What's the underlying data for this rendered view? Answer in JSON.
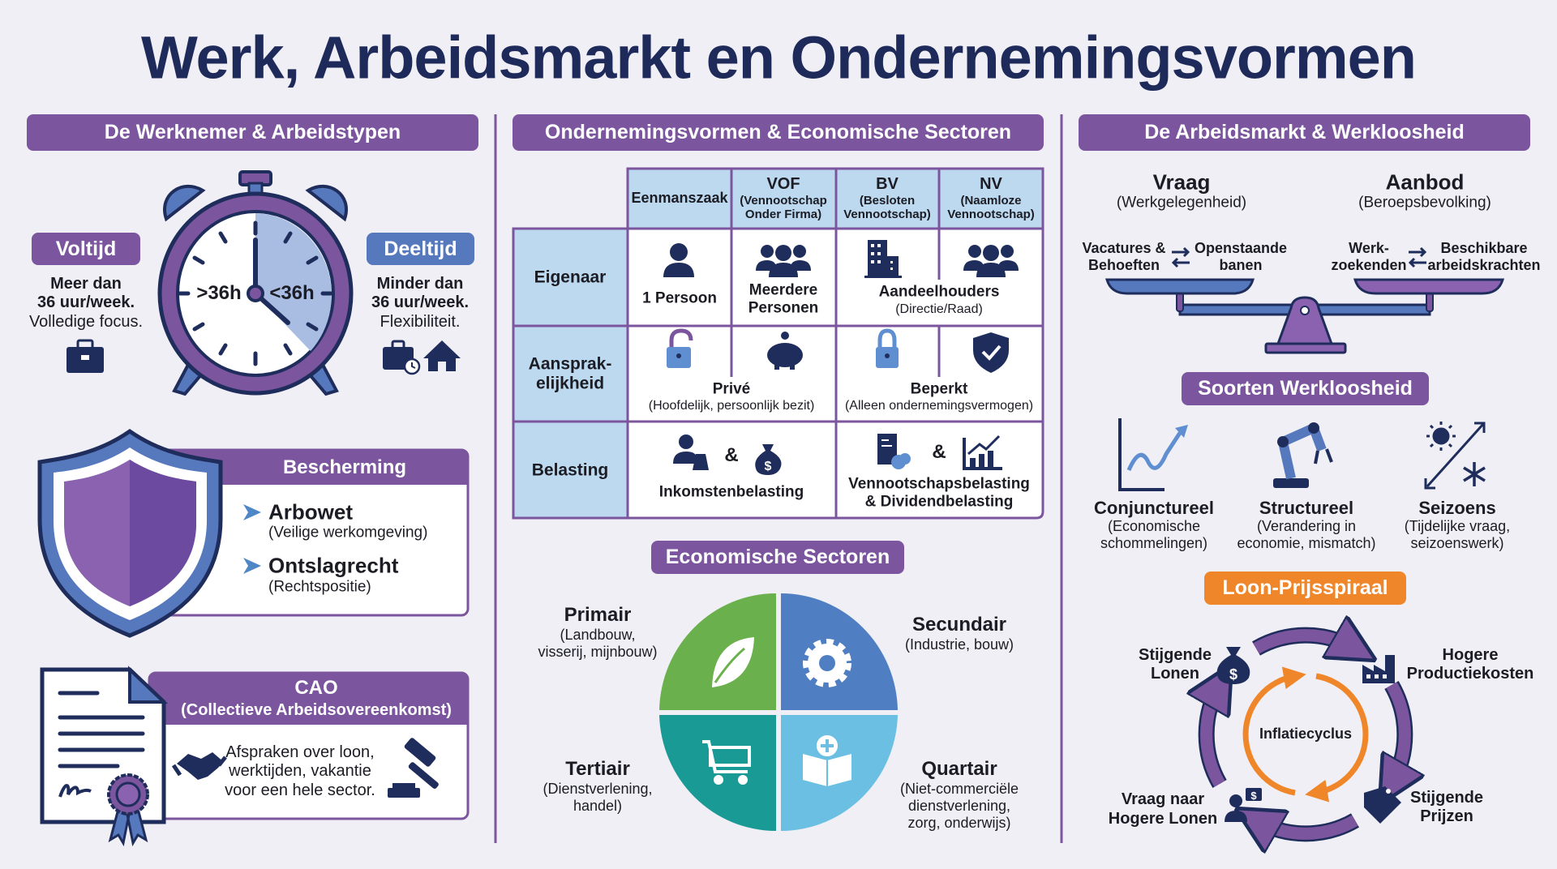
{
  "title": "Werk, Arbeidsmarkt en Ondernemingsvormen",
  "colors": {
    "purple": "#7b559d",
    "blue": "#5678bd",
    "navy": "#1f2d5c",
    "light_blue": "#bcd9ef",
    "orange": "#f0862a",
    "green": "#6ab04c",
    "teal": "#1a9a94",
    "sky": "#6bbfe3",
    "background": "#f0eff5"
  },
  "werknemer": {
    "header": "De Werknemer & Arbeidstypen",
    "clock": {
      "left_label": ">36h",
      "right_label": "<36h",
      "icon": "alarm-clock-icon"
    },
    "voltijd": {
      "label": "Voltijd",
      "line1": "Meer dan",
      "line2": "36 uur/week.",
      "line3": "Volledige focus.",
      "icon": "briefcase-icon"
    },
    "deeltijd": {
      "label": "Deeltijd",
      "line1": "Minder dan",
      "line2": "36 uur/week.",
      "line3": "Flexibiliteit.",
      "icons": [
        "briefcase-clock-icon",
        "house-icon"
      ]
    },
    "bescherming": {
      "header": "Bescherming",
      "items": [
        {
          "title": "Arbowet",
          "sub": "(Veilige werkomgeving)"
        },
        {
          "title": "Ontslagrecht",
          "sub": "(Rechtspositie)"
        }
      ]
    },
    "cao": {
      "title": "CAO",
      "subtitle": "(Collectieve Arbeidsovereenkomst)",
      "line1": "Afspraken over loon,",
      "line2": "werktijden, vakantie",
      "line3": "voor een hele sector."
    }
  },
  "ondernemingsvormen": {
    "header": "Ondernemingsvormen & Economische Sectoren",
    "columns": [
      {
        "title": "Eenmanszaak",
        "sub1": "",
        "sub2": ""
      },
      {
        "title": "VOF",
        "sub1": "(Vennootschap",
        "sub2": "Onder Firma)"
      },
      {
        "title": "BV",
        "sub1": "(Besloten",
        "sub2": "Vennootschap)"
      },
      {
        "title": "NV",
        "sub1": "(Naamloze",
        "sub2": "Vennootschap)"
      }
    ],
    "rows": [
      {
        "label": "Eigenaar"
      },
      {
        "label1": "Aansprak-",
        "label2": "elijkheid"
      },
      {
        "label": "Belasting"
      }
    ],
    "eigenaar": {
      "eenmanszaak": "1 Persoon",
      "vof1": "Meerdere",
      "vof2": "Personen",
      "bvnv": "Aandeelhouders",
      "bvnv_sub": "(Directie/Raad)"
    },
    "aansprakelijkheid": {
      "prive": "Privé",
      "prive_sub": "(Hoofdelijk, persoonlijk bezit)",
      "beperkt": "Beperkt",
      "beperkt_sub": "(Alleen ondernemingsvermogen)"
    },
    "belasting": {
      "amp": "&",
      "ib": "Inkomstenbelasting",
      "vpb1": "Vennootschapsbelasting",
      "vpb2": "& Dividendbelasting"
    },
    "sectoren": {
      "header": "Economische Sectoren",
      "items": [
        {
          "name": "Primair",
          "l1": "(Landbouw,",
          "l2": "visserij, mijnbouw)",
          "l3": "",
          "icon": "leaf-icon"
        },
        {
          "name": "Secundair",
          "l1": "(Industrie, bouw)",
          "l2": "",
          "l3": "",
          "icon": "gear-icon"
        },
        {
          "name": "Tertiair",
          "l1": "(Dienstverlening,",
          "l2": "handel)",
          "l3": "",
          "icon": "shopping-cart-icon"
        },
        {
          "name": "Quartair",
          "l1": "(Niet-commerciële",
          "l2": "dienstverlening,",
          "l3": "zorg, onderwijs)",
          "icon": "book-medical-icon"
        }
      ]
    }
  },
  "arbeidsmarkt": {
    "header": "De Arbeidsmarkt & Werkloosheid",
    "vraag": {
      "title": "Vraag",
      "sub": "(Werkgelegenheid)",
      "a1": "Vacatures &",
      "a2": "Behoeften",
      "b1": "Openstaande",
      "b2": "banen"
    },
    "aanbod": {
      "title": "Aanbod",
      "sub": "(Beroepsbevolking)",
      "a1": "Werk-",
      "a2": "zoekenden",
      "b1": "Beschikbare",
      "b2": "arbeidskrachten"
    },
    "werkloosheid": {
      "header": "Soorten Werkloosheid",
      "items": [
        {
          "name": "Conjunctureel",
          "l1": "(Economische",
          "l2": "schommelingen)",
          "icon": "line-chart-up-icon"
        },
        {
          "name": "Structureel",
          "l1": "(Verandering in",
          "l2": "economie, mismatch)",
          "icon": "robot-arm-icon"
        },
        {
          "name": "Seizoens",
          "l1": "(Tijdelijke vraag,",
          "l2": "seizoenswerk)",
          "icon": "sun-snowflake-icon"
        }
      ]
    },
    "spiraal": {
      "header": "Loon-Prijsspiraal",
      "center": "Inflatiecyclus",
      "steps": [
        {
          "l1": "Stijgende",
          "l2": "Lonen"
        },
        {
          "l1": "Hogere",
          "l2": "Productiekosten"
        },
        {
          "l1": "Stijgende",
          "l2": "Prijzen"
        },
        {
          "l1": "Vraag naar",
          "l2": "Hogere Lonen"
        }
      ]
    }
  }
}
